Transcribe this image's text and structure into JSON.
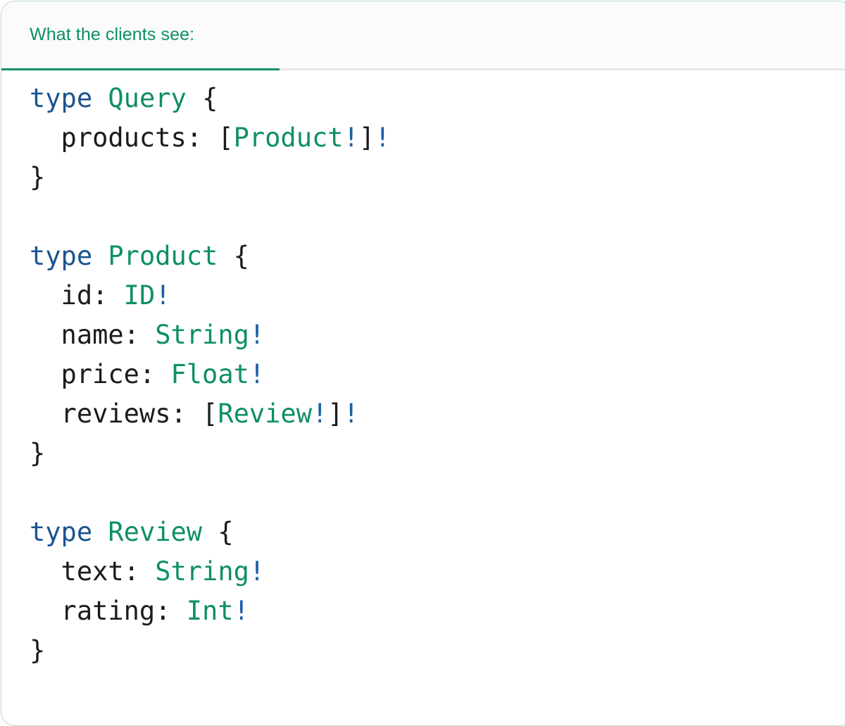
{
  "card": {
    "border_color": "#bcd9cb",
    "background": "#ffffff"
  },
  "tabs": {
    "active_index": 0,
    "items": [
      {
        "label": "What the clients see:",
        "active": true
      }
    ],
    "active_color": "#0e8f66",
    "underline_color": "#11916a",
    "bar_background": "#fbfbfb"
  },
  "colors": {
    "keyword": "#1a5490",
    "type_name": "#0e8f66",
    "non_null": "#1a5fa8",
    "punctuation": "#1b1b1b",
    "field": "#1b1b1b"
  },
  "code": {
    "language": "graphql",
    "lines": [
      {
        "i": 0,
        "tokens": [
          {
            "t": "type",
            "c": "kw"
          },
          {
            "t": " ",
            "c": "punc"
          },
          {
            "t": "Query",
            "c": "tn"
          },
          {
            "t": " ",
            "c": "punc"
          },
          {
            "t": "{",
            "c": "punc"
          }
        ]
      },
      {
        "i": 1,
        "tokens": [
          {
            "t": "  products",
            "c": "fld"
          },
          {
            "t": ": ",
            "c": "punc"
          },
          {
            "t": "[",
            "c": "punc"
          },
          {
            "t": "Product",
            "c": "tn"
          },
          {
            "t": "!",
            "c": "bang"
          },
          {
            "t": "]",
            "c": "punc"
          },
          {
            "t": "!",
            "c": "bang"
          }
        ]
      },
      {
        "i": 2,
        "tokens": [
          {
            "t": "}",
            "c": "punc"
          }
        ]
      },
      {
        "i": 3,
        "tokens": []
      },
      {
        "i": 4,
        "tokens": [
          {
            "t": "type",
            "c": "kw"
          },
          {
            "t": " ",
            "c": "punc"
          },
          {
            "t": "Product",
            "c": "tn"
          },
          {
            "t": " ",
            "c": "punc"
          },
          {
            "t": "{",
            "c": "punc"
          }
        ]
      },
      {
        "i": 5,
        "tokens": [
          {
            "t": "  id",
            "c": "fld"
          },
          {
            "t": ": ",
            "c": "punc"
          },
          {
            "t": "ID",
            "c": "tn"
          },
          {
            "t": "!",
            "c": "bang"
          }
        ]
      },
      {
        "i": 6,
        "tokens": [
          {
            "t": "  name",
            "c": "fld"
          },
          {
            "t": ": ",
            "c": "punc"
          },
          {
            "t": "String",
            "c": "tn"
          },
          {
            "t": "!",
            "c": "bang"
          }
        ]
      },
      {
        "i": 7,
        "tokens": [
          {
            "t": "  price",
            "c": "fld"
          },
          {
            "t": ": ",
            "c": "punc"
          },
          {
            "t": "Float",
            "c": "tn"
          },
          {
            "t": "!",
            "c": "bang"
          }
        ]
      },
      {
        "i": 8,
        "tokens": [
          {
            "t": "  reviews",
            "c": "fld"
          },
          {
            "t": ": ",
            "c": "punc"
          },
          {
            "t": "[",
            "c": "punc"
          },
          {
            "t": "Review",
            "c": "tn"
          },
          {
            "t": "!",
            "c": "bang"
          },
          {
            "t": "]",
            "c": "punc"
          },
          {
            "t": "!",
            "c": "bang"
          }
        ]
      },
      {
        "i": 9,
        "tokens": [
          {
            "t": "}",
            "c": "punc"
          }
        ]
      },
      {
        "i": 10,
        "tokens": []
      },
      {
        "i": 11,
        "tokens": [
          {
            "t": "type",
            "c": "kw"
          },
          {
            "t": " ",
            "c": "punc"
          },
          {
            "t": "Review",
            "c": "tn"
          },
          {
            "t": " ",
            "c": "punc"
          },
          {
            "t": "{",
            "c": "punc"
          }
        ]
      },
      {
        "i": 12,
        "tokens": [
          {
            "t": "  text",
            "c": "fld"
          },
          {
            "t": ": ",
            "c": "punc"
          },
          {
            "t": "String",
            "c": "tn"
          },
          {
            "t": "!",
            "c": "bang"
          }
        ]
      },
      {
        "i": 13,
        "tokens": [
          {
            "t": "  rating",
            "c": "fld"
          },
          {
            "t": ": ",
            "c": "punc"
          },
          {
            "t": "Int",
            "c": "tn"
          },
          {
            "t": "!",
            "c": "bang"
          }
        ]
      },
      {
        "i": 14,
        "tokens": [
          {
            "t": "}",
            "c": "punc"
          }
        ]
      }
    ],
    "plain_text": "type Query {\n  products: [Product!]!\n}\n\ntype Product {\n  id: ID!\n  name: String!\n  price: Float!\n  reviews: [Review!]!\n}\n\ntype Review {\n  text: String!\n  rating: Int!\n}"
  }
}
